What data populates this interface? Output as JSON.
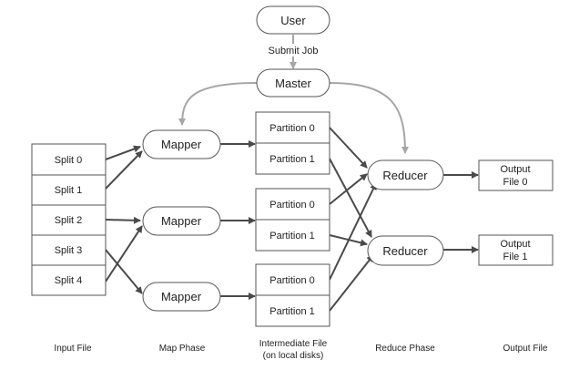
{
  "user": "User",
  "submit_job": "Submit Job",
  "master": "Master",
  "input_splits": [
    "Split 0",
    "Split 1",
    "Split 2",
    "Split 3",
    "Split 4"
  ],
  "mapper": "Mapper",
  "partition_0": "Partition 0",
  "partition_1": "Partition 1",
  "reducer": "Reducer",
  "output_files": [
    {
      "line1": "Output",
      "line2": "File 0"
    },
    {
      "line1": "Output",
      "line2": "File 1"
    }
  ],
  "phases": {
    "input_file": "Input File",
    "map_phase": "Map Phase",
    "intermediate_line1": "Intermediate File",
    "intermediate_line2": "(on local disks)",
    "reduce_phase": "Reduce Phase",
    "output_file": "Output File"
  },
  "colors": {
    "edge": "#4a4a4a",
    "control_edge": "#a6a6a6",
    "node_border": "#555555"
  }
}
